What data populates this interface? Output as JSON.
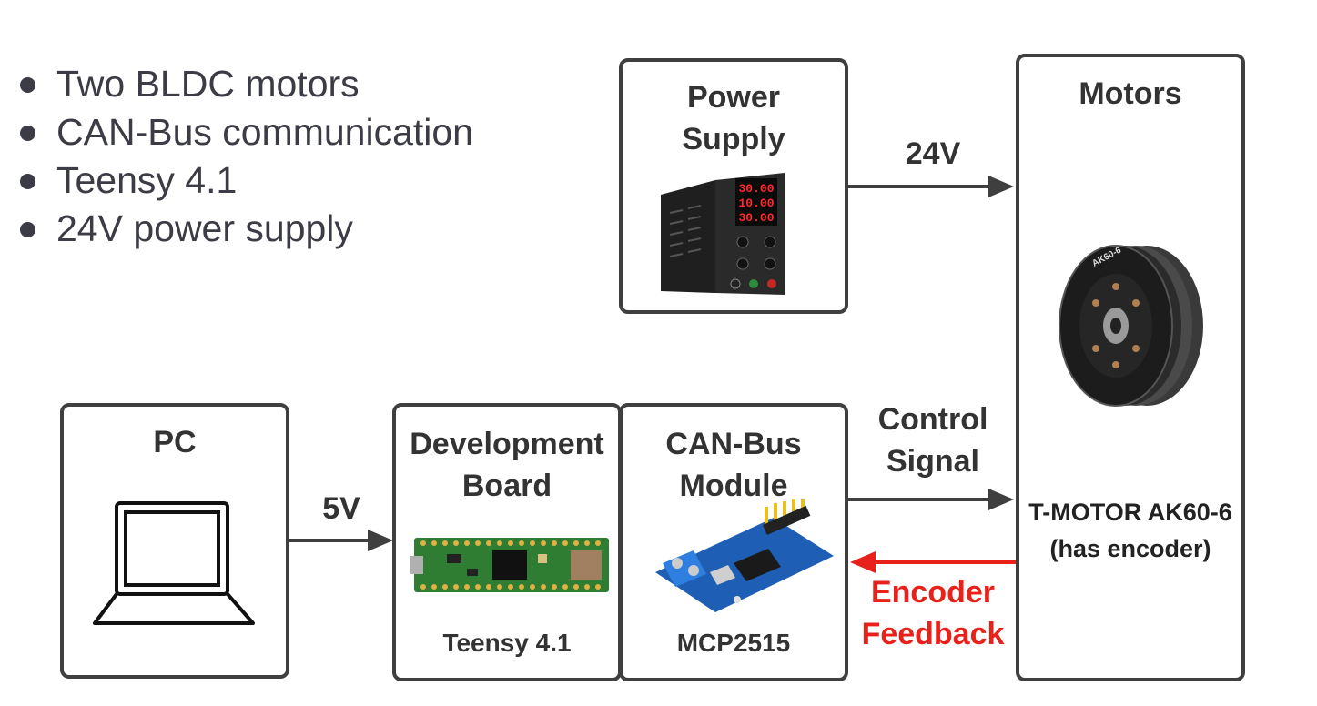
{
  "bullets": [
    "Two BLDC motors",
    "CAN-Bus communication",
    "Teensy 4.1",
    "24V power supply"
  ],
  "boxes": {
    "power": {
      "title": "Power\nSupply",
      "display": [
        "30.00",
        "10.00",
        "30.00"
      ]
    },
    "motors": {
      "title": "Motors",
      "caption": "T-MOTOR AK60-6\n(has encoder)",
      "motor_text": "AK60-6"
    },
    "pc": {
      "title": "PC"
    },
    "dev": {
      "title": "Development\nBoard",
      "caption": "Teensy 4.1"
    },
    "can": {
      "title": "CAN-Bus\nModule",
      "caption": "MCP2515"
    }
  },
  "connections": {
    "v24": "24V",
    "v5": "5V",
    "control": "Control\nSignal",
    "feedback": "Encoder\nFeedback"
  },
  "colors": {
    "border": "#3f3f3f",
    "arrow": "#3f3f3f",
    "feedback": "#e8211b",
    "text": "#333333"
  }
}
